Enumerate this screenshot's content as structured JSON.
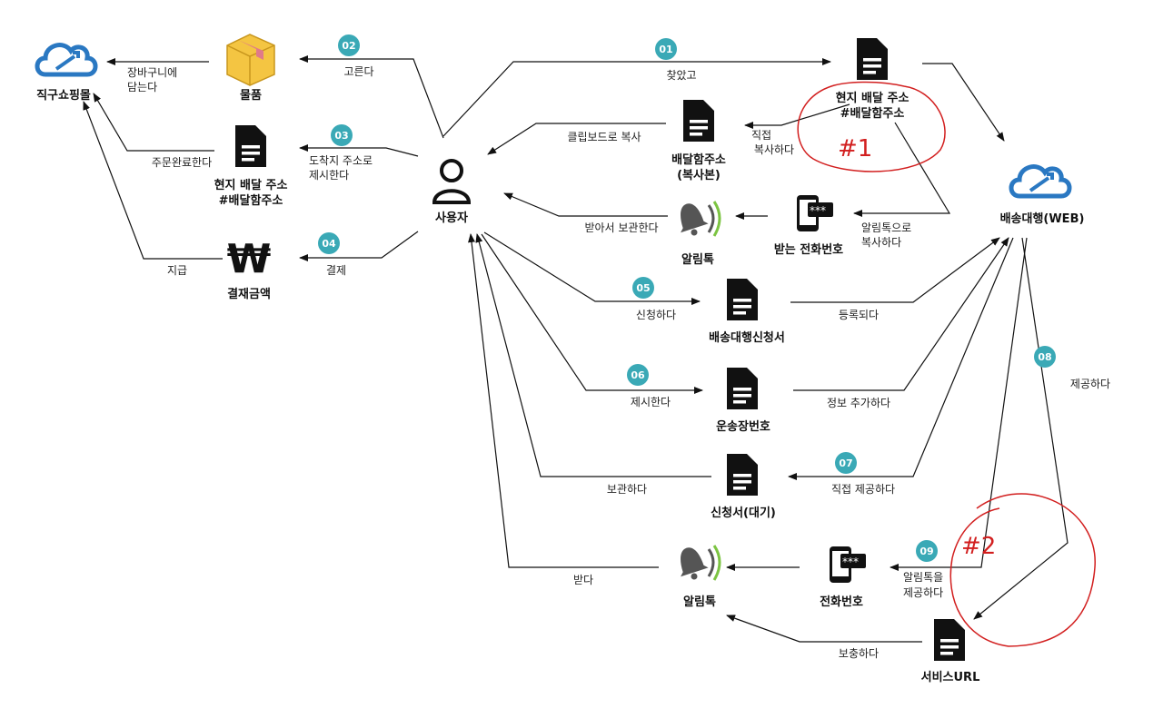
{
  "nodes": {
    "shop": "직구쇼핑몰",
    "goods": "물품",
    "local_address": [
      "현지 배달 주소",
      "#배달함주소"
    ],
    "payment": "결재금액",
    "user": "사용자",
    "found_doc": [
      "현지 배달 주소",
      "#배달함주소"
    ],
    "copy_addr": [
      "배달함주소",
      "(복사본)"
    ],
    "alarm1": "알림톡",
    "phone1": "받는 전화번호",
    "agency": "배송대행(WEB)",
    "request_form": "배송대행신청서",
    "tracking": "운송장번호",
    "pending": "신청서(대기)",
    "alarm2": "알림톡",
    "phone2": "전화번호",
    "service_url": "서비스URL"
  },
  "edges": {
    "e01": "찾았고",
    "e02": "고른다",
    "e03": [
      "도착지 주소로",
      "제시한다"
    ],
    "e04": "결제",
    "e05": "신청하다",
    "e06": "제시한다",
    "e07": "직접 제공하다",
    "e08": "제공하다",
    "e09": [
      "알림톡을",
      "제공하다"
    ],
    "basket": [
      "장바구니에",
      "담는다"
    ],
    "order_done": "주문완료한다",
    "pay": "지급",
    "clipboard": "클립보드로 복사",
    "direct_copy": [
      "직접",
      "복사하다"
    ],
    "receive_keep": "받아서 보관한다",
    "alarm_copy": [
      "알림톡으로",
      "복사하다"
    ],
    "registered": "등록되다",
    "add_info": "정보 추가하다",
    "keep": "보관하다",
    "receive": "받다",
    "remind": "보충하다"
  },
  "badges": [
    "01",
    "02",
    "03",
    "04",
    "05",
    "06",
    "07",
    "08",
    "09"
  ],
  "annotations": [
    "#1",
    "#2"
  ],
  "colors": {
    "badge": "#3aa9b6",
    "cloud": "#2a78c2",
    "annotation": "#d21f1f",
    "box": "#f4c542",
    "bell_wave": "#7cc442"
  }
}
